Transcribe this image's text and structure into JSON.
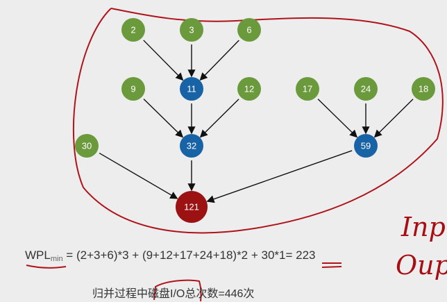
{
  "tree": {
    "nodes": [
      {
        "id": "n2",
        "value": "2",
        "kind": "leaf"
      },
      {
        "id": "n3",
        "value": "3",
        "kind": "leaf"
      },
      {
        "id": "n6",
        "value": "6",
        "kind": "leaf"
      },
      {
        "id": "n9",
        "value": "9",
        "kind": "leaf"
      },
      {
        "id": "n11",
        "value": "11",
        "kind": "internal"
      },
      {
        "id": "n12",
        "value": "12",
        "kind": "leaf"
      },
      {
        "id": "n17",
        "value": "17",
        "kind": "leaf"
      },
      {
        "id": "n24",
        "value": "24",
        "kind": "leaf"
      },
      {
        "id": "n18",
        "value": "18",
        "kind": "leaf"
      },
      {
        "id": "n30",
        "value": "30",
        "kind": "leaf"
      },
      {
        "id": "n32",
        "value": "32",
        "kind": "internal"
      },
      {
        "id": "n59",
        "value": "59",
        "kind": "internal"
      },
      {
        "id": "n121",
        "value": "121",
        "kind": "root"
      }
    ],
    "edges": [
      [
        "n2",
        "n11"
      ],
      [
        "n3",
        "n11"
      ],
      [
        "n6",
        "n11"
      ],
      [
        "n9",
        "n32"
      ],
      [
        "n11",
        "n32"
      ],
      [
        "n12",
        "n32"
      ],
      [
        "n17",
        "n59"
      ],
      [
        "n24",
        "n59"
      ],
      [
        "n18",
        "n59"
      ],
      [
        "n30",
        "n121"
      ],
      [
        "n32",
        "n121"
      ],
      [
        "n59",
        "n121"
      ]
    ],
    "colors": {
      "leaf": "#6b9a3d",
      "internal": "#1763a6",
      "root": "#9c1111",
      "annotation": "#b0121a"
    }
  },
  "formula": {
    "wpl": "WPL",
    "sub": "min",
    "expression": " = (2+3+6)*3 + (9+12+17+24+18)*2 + 30*1= ",
    "result": "223"
  },
  "io_text": {
    "prefix": "归并过程中",
    "highlight": "磁盘I/O",
    "suffix": "总次数=446次"
  },
  "handwriting": {
    "line1": "Inp",
    "line2": "Oup"
  }
}
